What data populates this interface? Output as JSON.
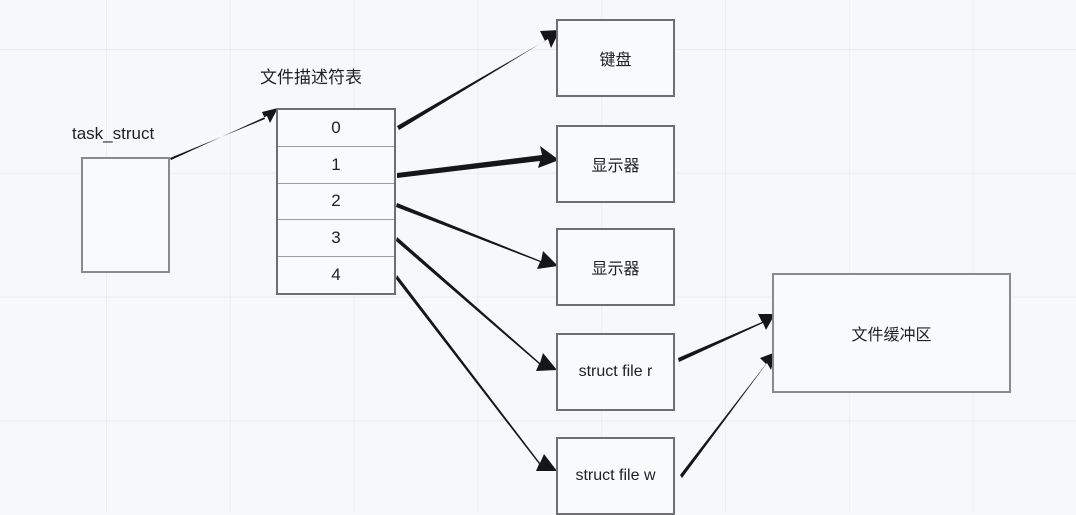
{
  "diagram": {
    "title_label": "task_struct",
    "fd_table_label": "文件描述符表",
    "fd_rows": [
      "0",
      "1",
      "2",
      "3",
      "4"
    ],
    "devices": {
      "keyboard": "键盘",
      "monitor_1": "显示器",
      "monitor_2": "显示器"
    },
    "files": {
      "file_r": "struct file r",
      "file_w": "struct file w"
    },
    "buffer_label": "文件缓冲区",
    "colors": {
      "background": "#f7f8fa",
      "grid_line": "#ebedf0",
      "box_border": "#8a8a8a",
      "arrow": "#16161a",
      "text": "#1f1f24"
    }
  }
}
